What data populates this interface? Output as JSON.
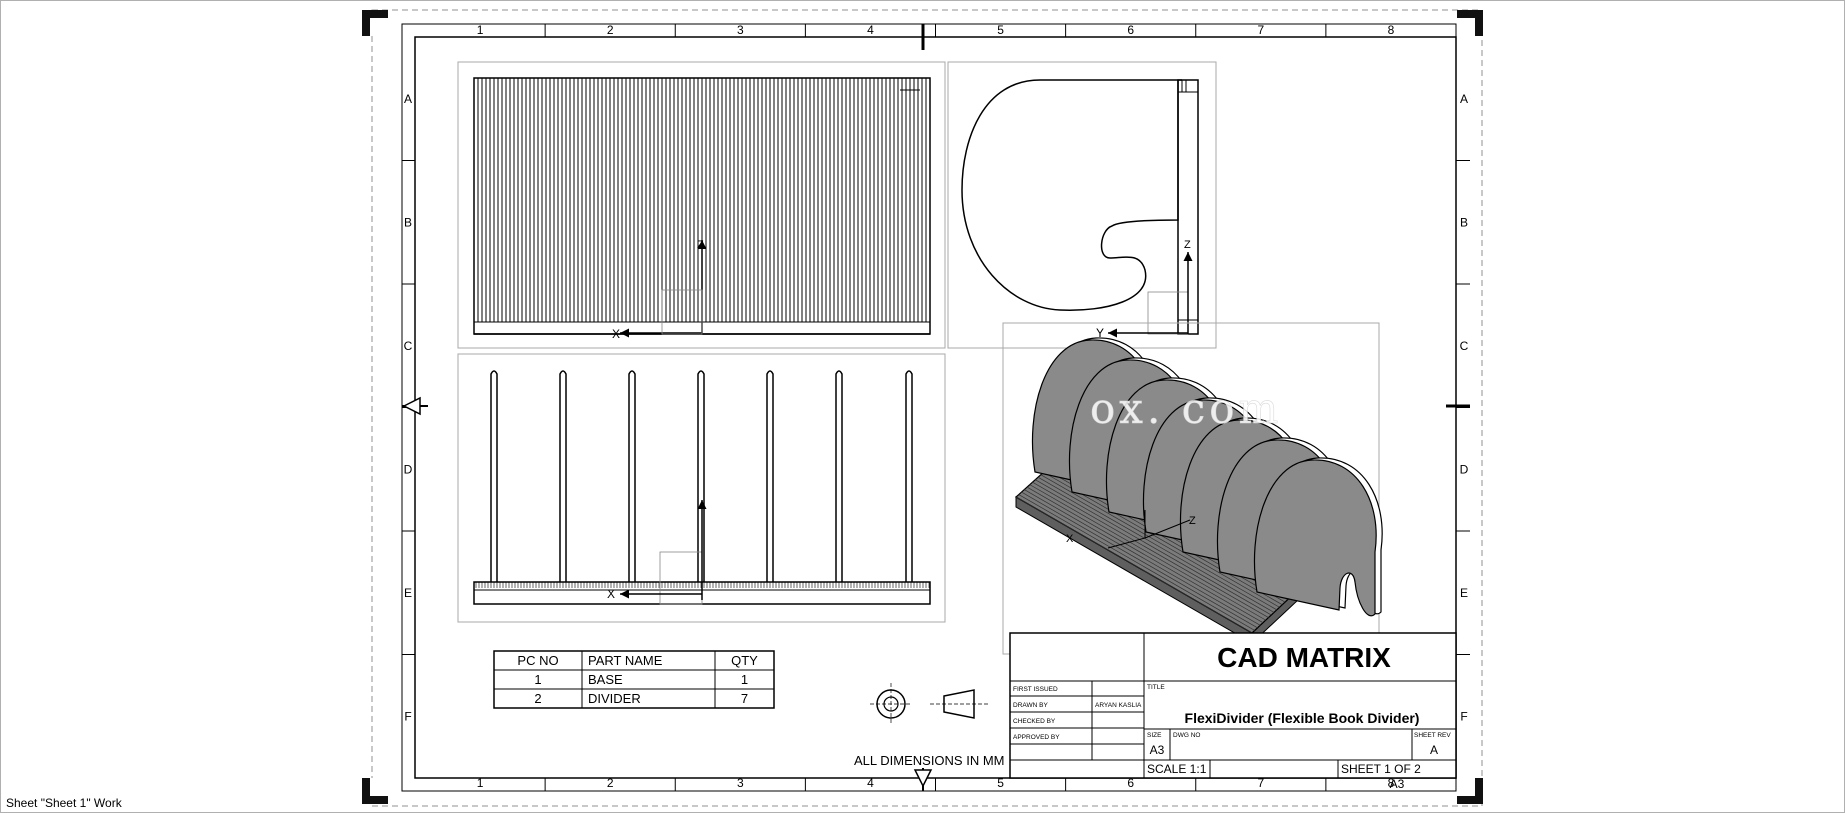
{
  "sheet": {
    "col_labels": [
      "1",
      "2",
      "3",
      "4",
      "5",
      "6",
      "7",
      "8"
    ],
    "row_labels": [
      "A",
      "B",
      "C",
      "D",
      "E",
      "F"
    ]
  },
  "watermark": "ox. com",
  "axes": {
    "x": "X",
    "y": "Y",
    "z": "Z"
  },
  "bom": {
    "headers": [
      "PC NO",
      "PART NAME",
      "QTY"
    ],
    "rows": [
      [
        "1",
        "BASE",
        "1"
      ],
      [
        "2",
        "DIVIDER",
        "7"
      ]
    ]
  },
  "dimensions_note": "ALL DIMENSIONS IN MM",
  "title_block": {
    "company": "CAD MATRIX",
    "rows": [
      {
        "label": "FIRST ISSUED",
        "value": ""
      },
      {
        "label": "DRAWN BY",
        "value": "ARYAN KASLIA"
      },
      {
        "label": "CHECKED BY",
        "value": ""
      },
      {
        "label": "APPROVED BY",
        "value": ""
      }
    ],
    "title_label": "TITLE",
    "title": "FlexiDivider (Flexible Book Divider)",
    "size_label": "SIZE",
    "size": "A3",
    "dwg_label": "DWG NO",
    "rev_label": "SHEET REV",
    "rev": "A",
    "scale": "SCALE 1:1",
    "sheet_of": "SHEET 1 OF 2",
    "paper": "A3"
  },
  "status": "Sheet \"Sheet 1\" Work"
}
